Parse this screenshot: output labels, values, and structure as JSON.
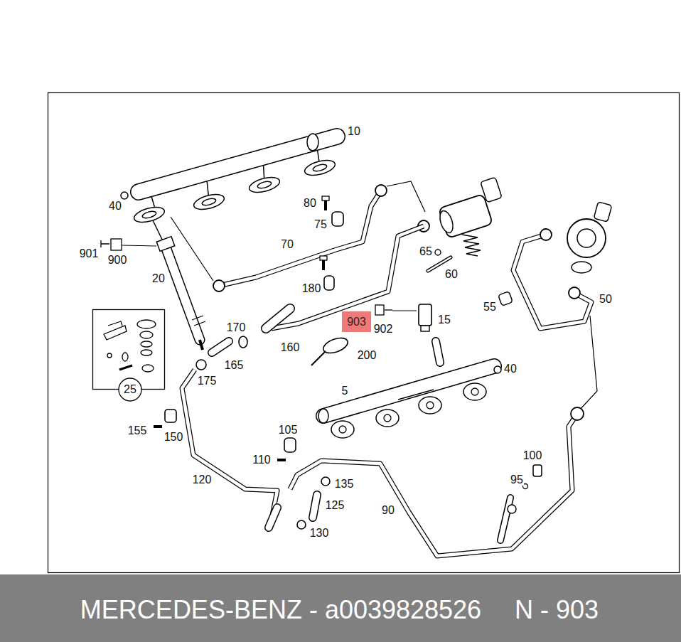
{
  "diagram": {
    "nodes": [
      {
        "text": [
          "903"
        ]
      },
      {
        "text": [
          "25"
        ]
      },
      {
        "text": [
          "MERCEDES-BENZ - a0039828526",
          "N - 903"
        ]
      }
    ],
    "labels": [
      "10",
      "40",
      "80",
      "75",
      "70",
      "65",
      "901",
      "900",
      "60",
      "20",
      "180",
      "50",
      "55",
      "15",
      "170",
      "902",
      "160",
      "200",
      "165",
      "40",
      "175",
      "5",
      "105",
      "155",
      "150",
      "100",
      "110",
      "95",
      "120",
      "135",
      "125",
      "90",
      "130"
    ]
  }
}
